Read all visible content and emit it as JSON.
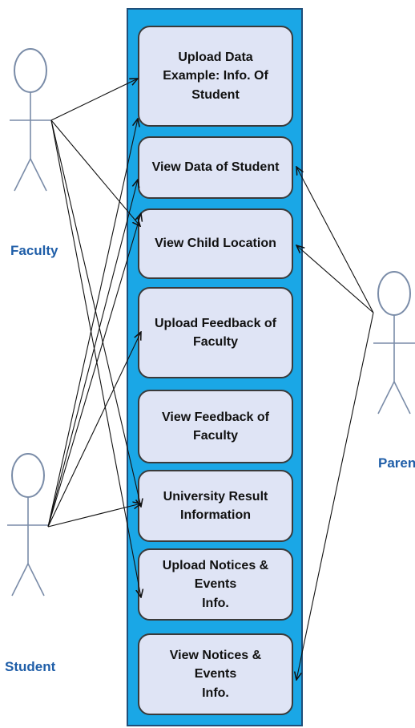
{
  "colors": {
    "system_fill": "#1aa7e6",
    "system_border": "#1f4e79",
    "usecase_fill": "#dfe4f5",
    "usecase_border": "#3a3a3a",
    "actor_line": "#7a8ca8",
    "actor_label": "#1f5ea8",
    "association_line": "#111111"
  },
  "actors": [
    {
      "id": "faculty",
      "label": "Faculty"
    },
    {
      "id": "student",
      "label": "Student"
    },
    {
      "id": "parent",
      "label": "Parent"
    }
  ],
  "use_cases": [
    {
      "id": "uc1",
      "label": "Upload Data\nExample: Info. Of Student"
    },
    {
      "id": "uc2",
      "label": "View Data of Student"
    },
    {
      "id": "uc3",
      "label": "View Child Location"
    },
    {
      "id": "uc4",
      "label": "Upload Feedback of\nFaculty"
    },
    {
      "id": "uc5",
      "label": "View Feedback of Faculty"
    },
    {
      "id": "uc6",
      "label": "University Result\nInformation"
    },
    {
      "id": "uc7",
      "label": "Upload Notices & Events\nInfo."
    },
    {
      "id": "uc8",
      "label": "View Notices & Events\nInfo."
    }
  ],
  "associations": [
    {
      "from": "faculty",
      "to": "uc1"
    },
    {
      "from": "faculty",
      "to": "uc3"
    },
    {
      "from": "faculty",
      "to": "uc6"
    },
    {
      "from": "faculty",
      "to": "uc7"
    },
    {
      "from": "student",
      "to": "uc1"
    },
    {
      "from": "student",
      "to": "uc2"
    },
    {
      "from": "student",
      "to": "uc3"
    },
    {
      "from": "student",
      "to": "uc4"
    },
    {
      "from": "student",
      "to": "uc6"
    },
    {
      "from": "parent",
      "to": "uc2"
    },
    {
      "from": "parent",
      "to": "uc3"
    },
    {
      "from": "parent",
      "to": "uc8"
    }
  ]
}
